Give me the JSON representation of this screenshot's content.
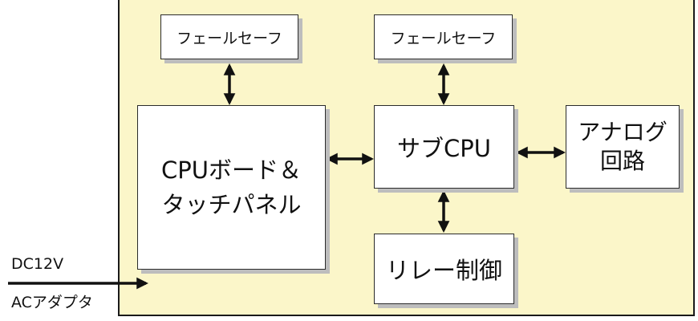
{
  "colors": {
    "board_fill": "#fbf6c9",
    "box_fill": "#ffffff",
    "box_border": "#2b2b2b",
    "shadow": "#bdbdbd",
    "arrow": "#111111"
  },
  "blocks": {
    "failsafe_left": "フェールセーフ",
    "failsafe_right": "フェールセーフ",
    "cpu_board": "CPUボード＆\nタッチパネル",
    "sub_cpu": "サブCPU",
    "analog": "アナログ\n回路",
    "relay": "リレー制御"
  },
  "external": {
    "dc": "DC12V",
    "ac": "ACアダプタ"
  }
}
